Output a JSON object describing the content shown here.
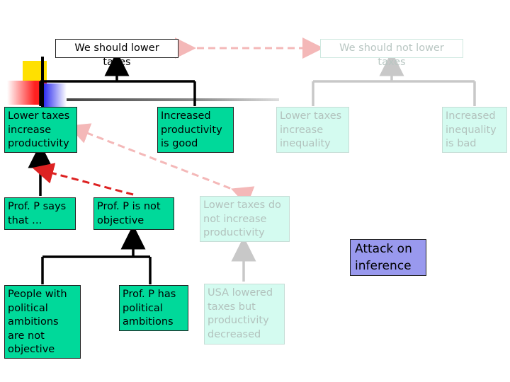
{
  "boxes": {
    "claim_lower": "We should lower taxes",
    "claim_not_lower": "We should not lower taxes",
    "lower_taxes_increase_productivity": "Lower taxes\nincrease\nproductivity",
    "increased_productivity_good": "Increased\nproductivity\nis good",
    "lower_taxes_increase_inequality": "Lower taxes\nincrease\ninequality",
    "increased_inequality_bad": "Increased\ninequality\nis bad",
    "prof_p_says": "Prof. P says\nthat …",
    "prof_p_not_objective": "Prof. P is not\nobjective",
    "lower_taxes_not_increase": "Lower taxes do\nnot increase\nproductivity",
    "attack_on_inference": "Attack on\ninference",
    "political_ambitions_not_objective": "People with\npolitical\nambitions\nare not\nobjective",
    "prof_p_political": "Prof. P has\npolitical\nambitions",
    "usa_lowered": "USA lowered\ntaxes but\nproductivity\ndecreased"
  },
  "colors": {
    "green": "#00d99a",
    "faded_green": "#d4fbf0",
    "lilac": "#9999ee",
    "dark_arrow": "#000000",
    "faded_arrow": "#c8c8c8",
    "attack_red": "#dd2222",
    "faded_attack": "#f4b8b8"
  }
}
